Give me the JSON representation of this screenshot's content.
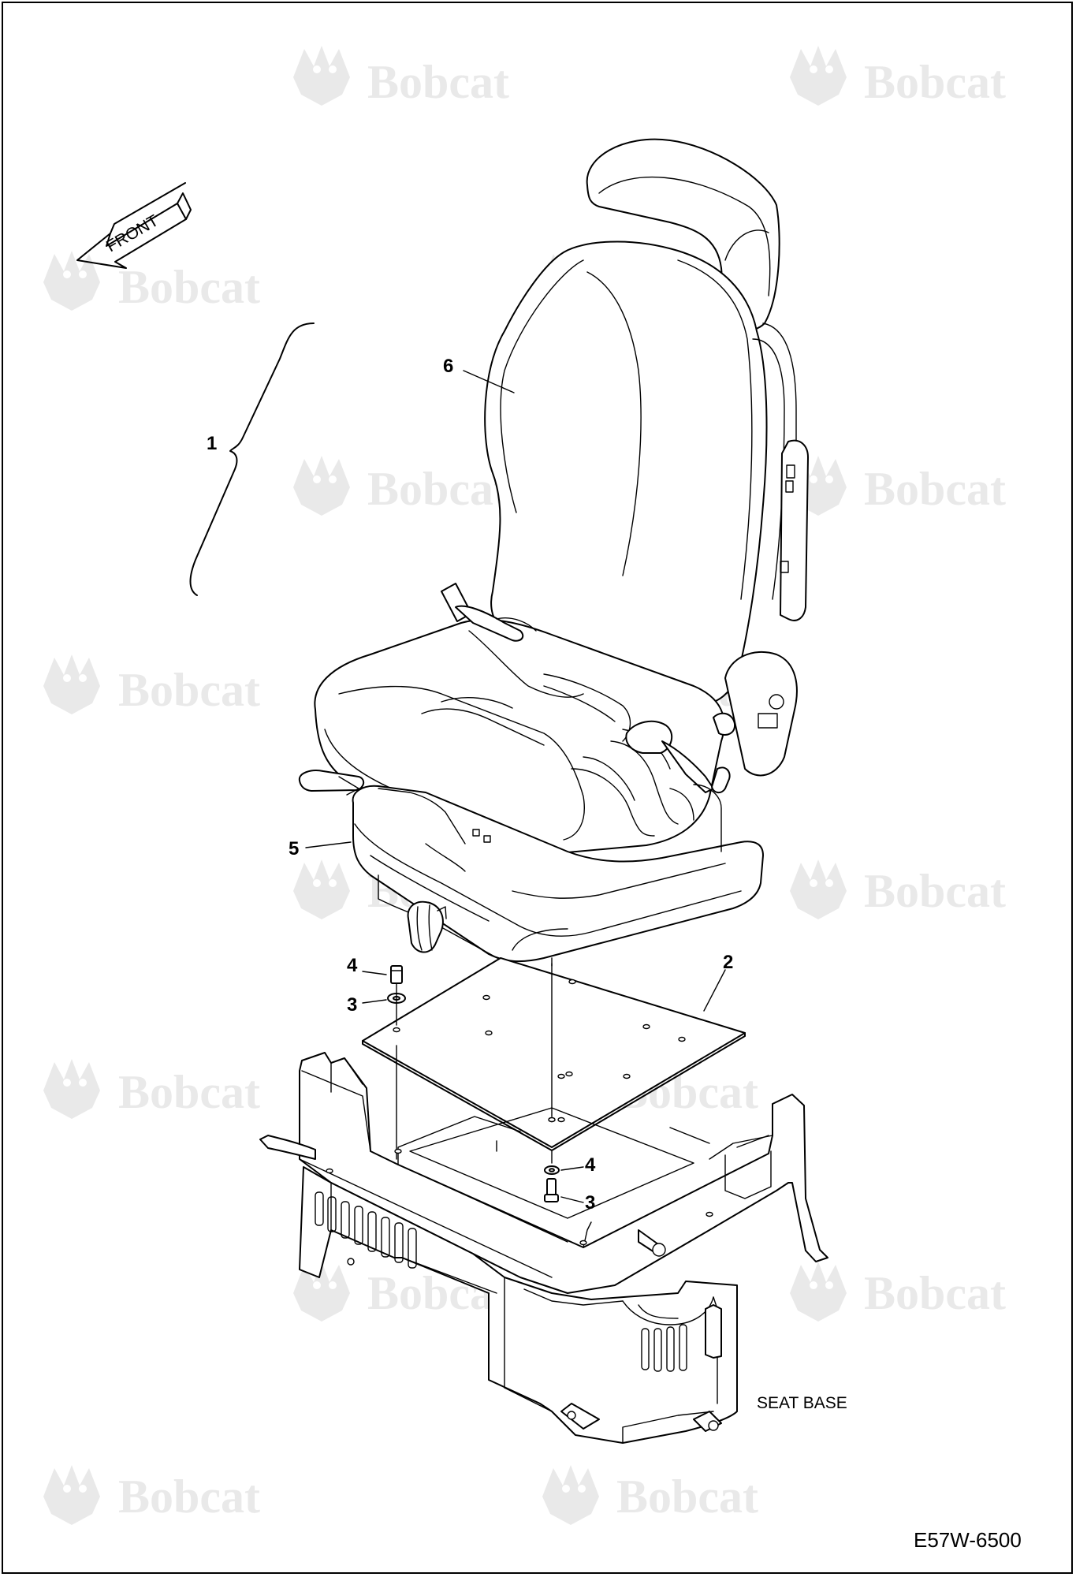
{
  "watermark": {
    "text": "Bobcat",
    "color": "#e9e9e9"
  },
  "front_arrow": {
    "label": "FRONT"
  },
  "callouts": [
    {
      "id": "1",
      "text": "1"
    },
    {
      "id": "6",
      "text": "6"
    },
    {
      "id": "5",
      "text": "5"
    },
    {
      "id": "4a",
      "text": "4"
    },
    {
      "id": "3a",
      "text": "3"
    },
    {
      "id": "2",
      "text": "2"
    },
    {
      "id": "4b",
      "text": "4"
    },
    {
      "id": "3b",
      "text": "3"
    }
  ],
  "labels": {
    "seat_base": "SEAT BASE"
  },
  "drawing_code": "E57W-6500"
}
